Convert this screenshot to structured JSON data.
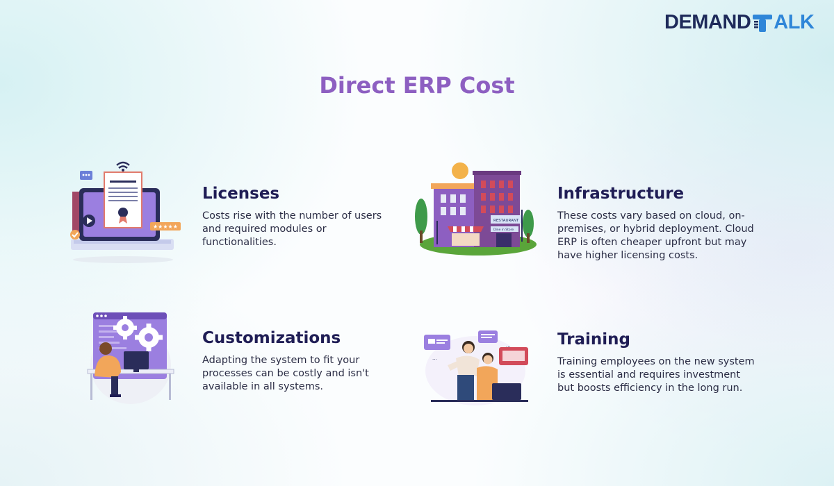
{
  "logo": {
    "part1": "DEMAND",
    "part2": "ALK"
  },
  "title": "Direct ERP Cost",
  "items": [
    {
      "heading": "Licenses",
      "text": "Costs rise with the number of users and required modules or functionalities.",
      "icon": "certificate-laptop-icon"
    },
    {
      "heading": "Infrastructure",
      "text": "These costs vary based on cloud, on-premises, or hybrid deployment. Cloud ERP is often cheaper upfront but may have higher licensing costs.",
      "icon": "buildings-icon"
    },
    {
      "heading": "Customizations",
      "text": "Adapting the system to fit your processes can be costly and isn't available in all systems.",
      "icon": "developer-gears-icon"
    },
    {
      "heading": "Training",
      "text": "Training employees on the new system is essential and requires investment but boosts efficiency in the long run.",
      "icon": "training-people-icon"
    }
  ],
  "building_signs": {
    "restaurant": "RESTAURANT",
    "dine": "Dine in Store"
  },
  "colors": {
    "title": "#8d5fc1",
    "heading": "#1f1d55",
    "logo_dark": "#1e2a5a",
    "logo_blue": "#2f86d8"
  }
}
